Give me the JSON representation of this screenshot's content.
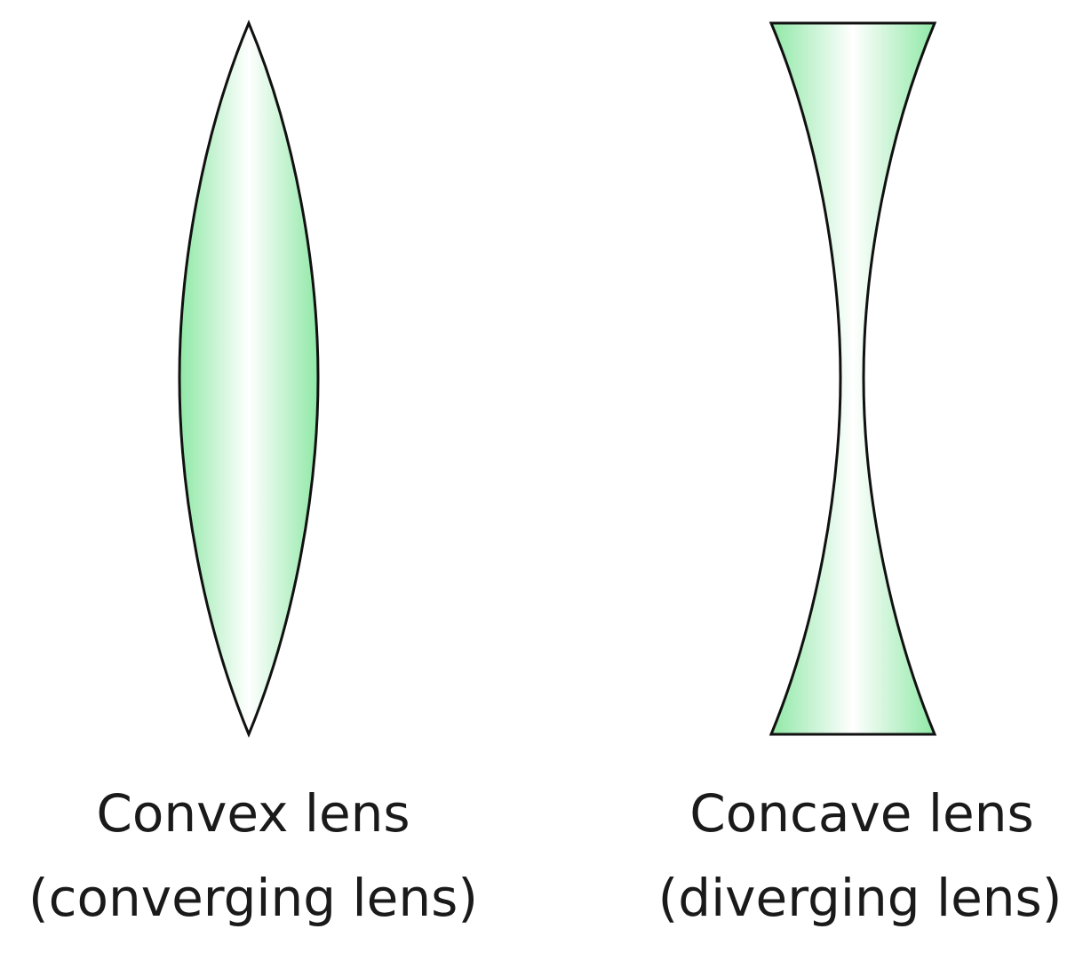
{
  "colors": {
    "lens_edge": "#8fe8a6",
    "lens_center": "#ffffff",
    "outline": "#111111",
    "text": "#1a1a1a"
  },
  "lenses": [
    {
      "shape": "convex",
      "caption_line1": "Convex lens",
      "caption_line2": "(converging lens)"
    },
    {
      "shape": "concave",
      "caption_line1": "Concave lens",
      "caption_line2": "(diverging lens)"
    }
  ]
}
